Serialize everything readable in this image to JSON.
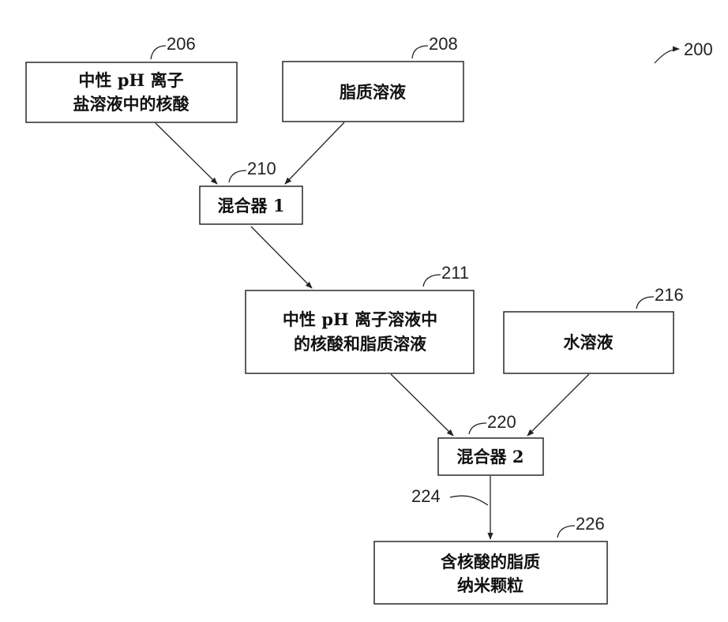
{
  "figure": {
    "ref": "200"
  },
  "boxes": {
    "b206": {
      "ref": "206",
      "lines": [
        "中性 pH 离子",
        "盐溶液中的核酸"
      ]
    },
    "b208": {
      "ref": "208",
      "lines": [
        "脂质溶液"
      ]
    },
    "b210": {
      "ref": "210",
      "lines": [
        "混合器 1"
      ]
    },
    "b211": {
      "ref": "211",
      "lines": [
        "中性 pH 离子溶液中",
        "的核酸和脂质溶液"
      ]
    },
    "b216": {
      "ref": "216",
      "lines": [
        "水溶液"
      ]
    },
    "b220": {
      "ref": "220",
      "lines": [
        "混合器 2"
      ]
    },
    "b226": {
      "ref": "226",
      "lines": [
        "含核酸的脂质",
        "纳米颗粒"
      ]
    }
  },
  "arrows": {
    "a224": {
      "ref": "224"
    }
  }
}
